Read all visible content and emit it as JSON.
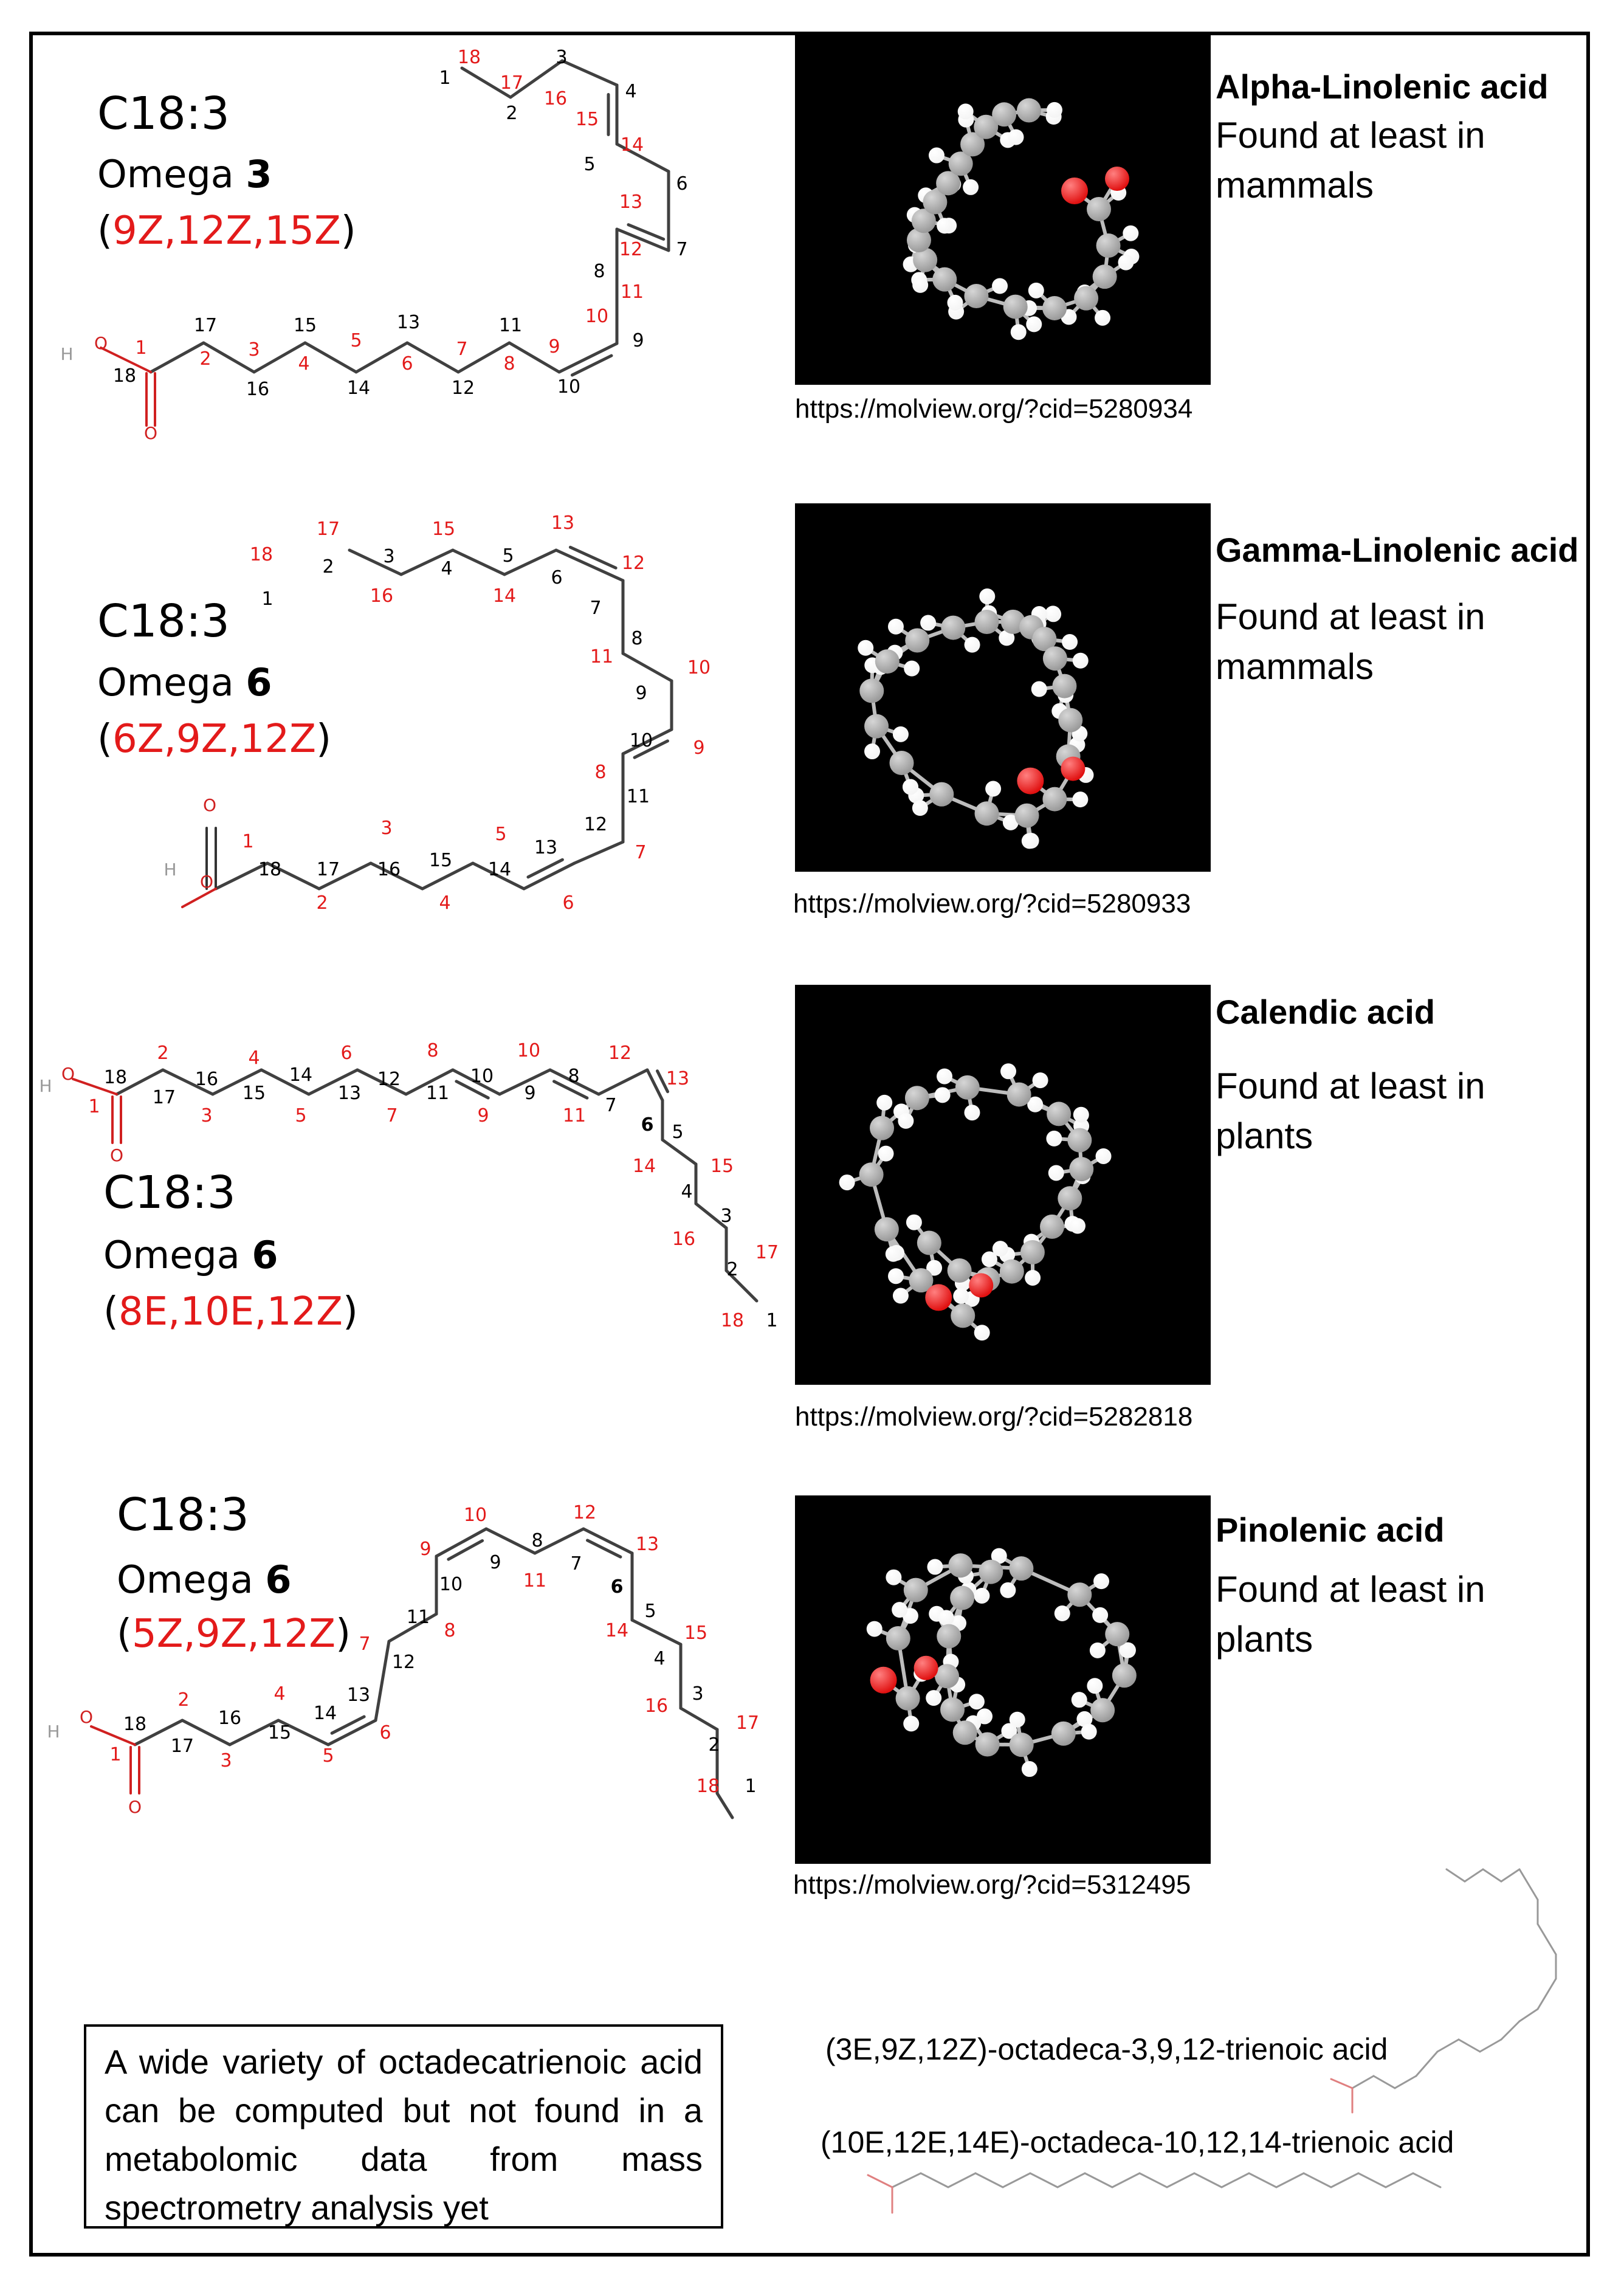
{
  "acids": [
    {
      "formula": "C18:3",
      "omega_label": "Omega",
      "omega_value": "3",
      "notation_open": "(",
      "notation": "9Z,12Z,15Z",
      "notation_close": ")",
      "name": "Alpha-Linolenic acid",
      "found": "Found at least in mammals",
      "url": "https://molview.org/?cid=5280934"
    },
    {
      "formula": "C18:3",
      "omega_label": "Omega",
      "omega_value": "6",
      "notation_open": "(",
      "notation": "6Z,9Z,12Z",
      "notation_close": ")",
      "name": "Gamma-Linolenic acid",
      "found": "Found at least in mammals",
      "url": "https://molview.org/?cid=5280933"
    },
    {
      "formula": "C18:3",
      "omega_label": "Omega",
      "omega_value": "6",
      "notation_open": "(",
      "notation": "8E,10E,12Z",
      "notation_close": ")",
      "name": "Calendic acid",
      "found": "Found at least in plants",
      "url": "https://molview.org/?cid=5282818"
    },
    {
      "formula": "C18:3",
      "omega_label": "Omega",
      "omega_value": "6",
      "notation_open": "(",
      "notation": "5Z,9Z,12Z",
      "notation_close": ")",
      "name": "Pinolenic acid",
      "found": "Found at least in plants",
      "url": "https://molview.org/?cid=5312495"
    }
  ],
  "structure_labels": {
    "hydroxyl_h": "H",
    "oxygen": "O"
  },
  "note": "A wide variety of octadecatrienoic acid can be computed but not found in a metabolomic data from mass spectrometry analysis yet",
  "computed": [
    {
      "name": "(3E,9Z,12Z)-octadeca-3,9,12-trienoic acid"
    },
    {
      "name": "(10E,12E,14E)-octadeca-10,12,14-trienoic acid"
    }
  ],
  "colors": {
    "red_numbering": "#e31a1a",
    "black_numbering": "#000000",
    "bond": "#555555",
    "oxygen_atom": "#e01010",
    "carbon_atom": "#9a9a9a",
    "hydrogen_atom": "#f4f4f4"
  }
}
